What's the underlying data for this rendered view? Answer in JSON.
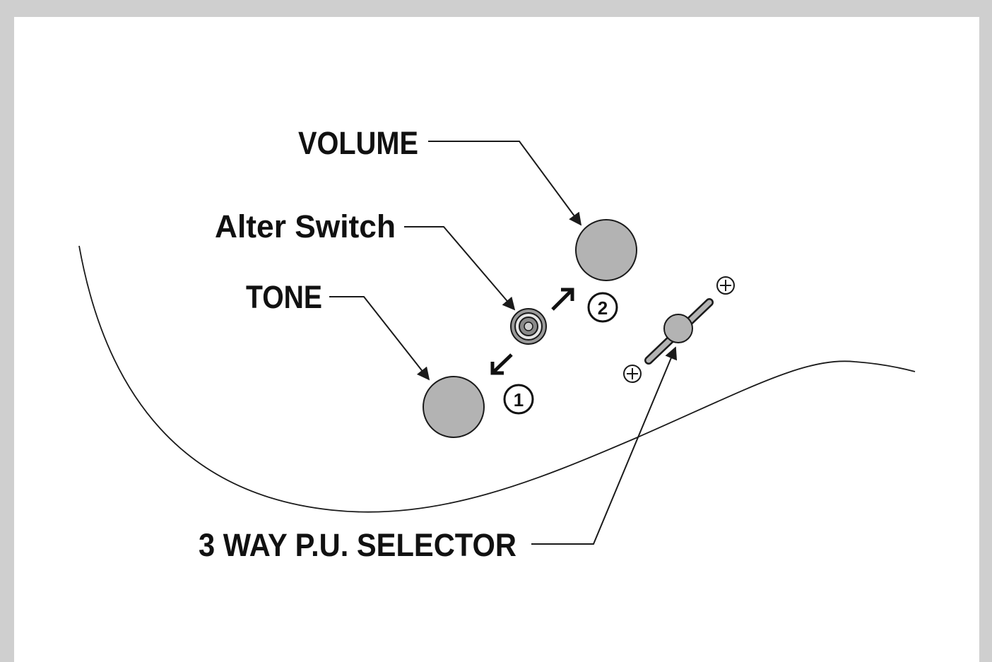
{
  "labels": {
    "volume": "VOLUME",
    "alter_switch": "Alter Switch",
    "tone": "TONE",
    "selector": "3 WAY P.U. SELECTOR"
  },
  "steps": {
    "one": "1",
    "two": "2"
  },
  "colors": {
    "background": "#cfcfcf",
    "panel": "#ffffff",
    "knob_fill": "#b3b3b3",
    "ink": "#111111"
  },
  "icons": {
    "volume_knob": "circle-knob",
    "tone_knob": "circle-knob",
    "alter_switch": "concentric-circle-switch",
    "selector": "toggle-lever",
    "screw": "plus-in-circle"
  }
}
